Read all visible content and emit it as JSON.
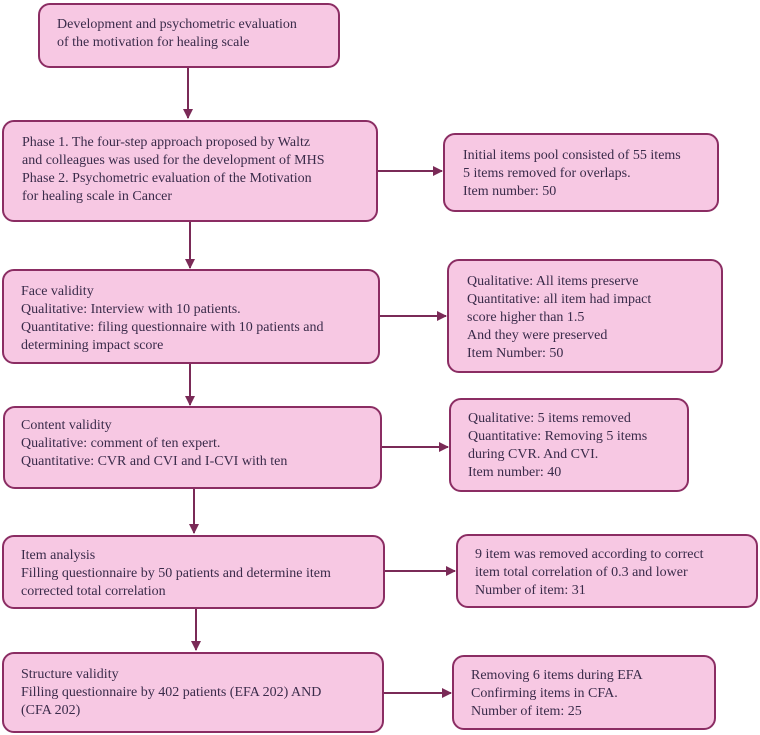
{
  "title_box": {
    "lines": [
      "Development and psychometric evaluation",
      "of the motivation for healing scale"
    ]
  },
  "steps": [
    {
      "main": [
        "Phase 1. The four-step approach proposed by Waltz",
        "and colleagues was used for the development of MHS",
        "Phase 2. Psychometric evaluation of the Motivation",
        "for healing scale in Cancer"
      ],
      "side": [
        "Initial items pool consisted of 55 items",
        "5 items removed for overlaps.",
        "Item number: 50"
      ]
    },
    {
      "main": [
        "Face validity",
        "Qualitative: Interview with 10 patients.",
        "Quantitative: filing questionnaire with 10 patients and",
        "determining impact score"
      ],
      "side": [
        "Qualitative: All items preserve",
        "Quantitative: all item had impact",
        "score higher than 1.5",
        " And they were preserved",
        "Item Number: 50"
      ]
    },
    {
      "main": [
        "Content validity",
        "Qualitative:  comment of ten expert.",
        "Quantitative:  CVR and CVI and I-CVI with ten"
      ],
      "side": [
        "Qualitative: 5 items removed",
        "Quantitative: Removing 5 items",
        "during CVR. And CVI.",
        "Item number: 40"
      ]
    },
    {
      "main": [
        "Item analysis",
        "Filling questionnaire by 50 patients and determine item",
        "corrected total correlation"
      ],
      "side": [
        "9 item was removed according to correct",
        "item total correlation of 0.3 and lower",
        " Number of item: 31"
      ]
    },
    {
      "main": [
        "Structure validity",
        "Filling questionnaire by 402 patients (EFA 202) AND",
        "(CFA 202)"
      ],
      "side": [
        "Removing 6 items during EFA",
        "Confirming items in CFA.",
        "Number of item: 25"
      ]
    }
  ],
  "colors": {
    "box_fill": "#f7c8e3",
    "box_border": "#8b2d63",
    "arrow": "#7a2a57",
    "text": "#3a2b4a"
  }
}
